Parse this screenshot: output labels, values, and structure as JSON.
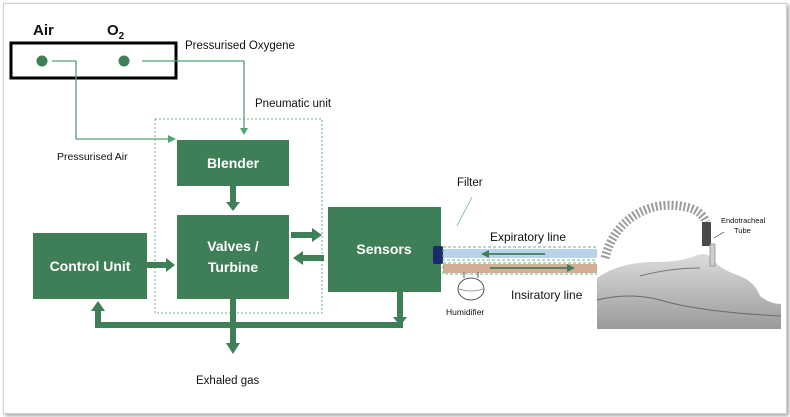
{
  "colors": {
    "block": "#3f7f58",
    "thin_line": "#4fa572",
    "dashed": "#6fb08a",
    "outline": "#000000",
    "expiratory_tube": "#b9d3ea",
    "inspiratory_tube": "#d3ae94",
    "connector": "#1b2a6b"
  },
  "gas_supply": {
    "air_label": "Air",
    "o2_label": "O",
    "o2_subscript": "2"
  },
  "labels": {
    "pressurised_oxygen": "Pressurised Oxygene",
    "pressurised_air": "Pressurised Air",
    "pneumatic_unit": "Pneumatic unit",
    "exhaled_gas": "Exhaled gas",
    "filter": "Filter",
    "expiratory_line": "Expiratory line",
    "inspiratory_line": "Insiratory line",
    "humidifier": "Humidifier",
    "endotracheal_1": "Endotracheal",
    "endotracheal_2": "Tube"
  },
  "blocks": {
    "blender": "Blender",
    "valves_1": "Valves /",
    "valves_2": "Turbine",
    "sensors": "Sensors",
    "control_unit": "Control Unit"
  },
  "icons": {
    "patient": "patient-silhouette-icon",
    "humidifier": "humidifier-icon"
  }
}
